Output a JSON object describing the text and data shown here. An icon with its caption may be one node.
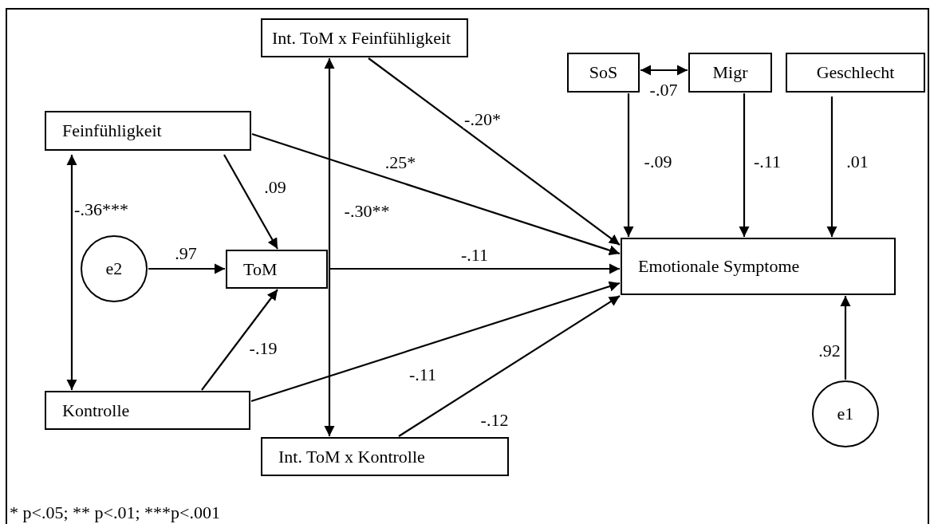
{
  "diagram": {
    "nodes": [
      {
        "text": [
          "Int. ToM x Feinfühligkeit"
        ]
      },
      {
        "text": [
          "SoS"
        ]
      },
      {
        "text": [
          "Migr"
        ]
      },
      {
        "text": [
          "Geschlecht"
        ]
      },
      {
        "text": [
          "Feinfühligkeit"
        ]
      },
      {
        "text": [
          "e2"
        ]
      },
      {
        "text": [
          "ToM"
        ]
      },
      {
        "text": [
          "Emotionale Symptome"
        ]
      },
      {
        "text": [
          "Kontrolle"
        ]
      },
      {
        "text": [
          "e1"
        ]
      },
      {
        "text": [
          "Int. ToM x Kontrolle"
        ]
      }
    ],
    "edges": [
      {
        "from": 0,
        "to": 7,
        "arrow": "to",
        "label": "-.20*"
      },
      {
        "from": 1,
        "to": 2,
        "arrow": "both",
        "label": "-.07"
      },
      {
        "from": 1,
        "to": 7,
        "arrow": "to",
        "label": "-.09"
      },
      {
        "from": 2,
        "to": 7,
        "arrow": "to",
        "label": "-.11"
      },
      {
        "from": 3,
        "to": 7,
        "arrow": "to",
        "label": ".01"
      },
      {
        "from": 4,
        "to": 8,
        "arrow": "both",
        "label": "-.36***"
      },
      {
        "from": 4,
        "to": 6,
        "arrow": "to",
        "label": ".09"
      },
      {
        "from": 4,
        "to": 7,
        "arrow": "to",
        "label": ".25*"
      },
      {
        "from": 0,
        "to": 10,
        "arrow": "both",
        "label": "-.30**"
      },
      {
        "from": 5,
        "to": 6,
        "arrow": "to",
        "label": ".97"
      },
      {
        "from": 6,
        "to": 7,
        "arrow": "to",
        "label": "-.11"
      },
      {
        "from": 8,
        "to": 6,
        "arrow": "to",
        "label": "-.19"
      },
      {
        "from": 8,
        "to": 7,
        "arrow": "to",
        "label": "-.11"
      },
      {
        "from": 10,
        "to": 7,
        "arrow": "to",
        "label": "-.12"
      },
      {
        "from": 9,
        "to": 7,
        "arrow": "to",
        "label": ".92"
      }
    ],
    "labels": [
      "* p<.05; ** p<.01; ***p<.001"
    ]
  }
}
